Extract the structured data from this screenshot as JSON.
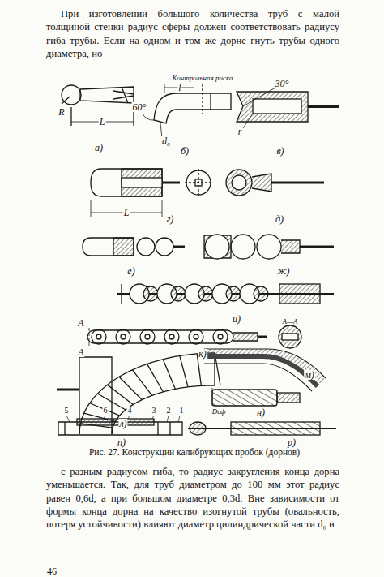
{
  "diagram": {
    "caption": "Рис. 27. Конструкции калибрующих пробок (дорнов)",
    "labels": [
      "При изготовлении большого количества труб с малой толщиной стенки радиус сферы должен соответствовать радиусу гиба трубы. Если на одном и том же дорне гнуть трубы одного диаметра, но",
      "R",
      "L",
      "а)",
      "l",
      "Контрольная риска",
      "60°",
      "d₀",
      "б)",
      "30°",
      "r",
      "в)",
      "L",
      "г)",
      "д)",
      "е)",
      "ж)",
      "и)",
      "A",
      "A",
      "A—A",
      "к)",
      "л)",
      "м)",
      "Dсф",
      "н)",
      "5",
      "6",
      "4",
      "3",
      "2",
      "1",
      "п)",
      "р)",
      "с разным радиусом гиба, то радиус закругления конца дорна уменьшается. Так, для труб диаметром до 100 мм этот радиус равен 0,6d, а при большом диаметре 0,3d. Вне зависимости от формы конца дорна на качество изогнутой трубы (овальность, потеря устойчивости) влияют диаметр цилиндрической части d₀ и",
      "46"
    ]
  }
}
